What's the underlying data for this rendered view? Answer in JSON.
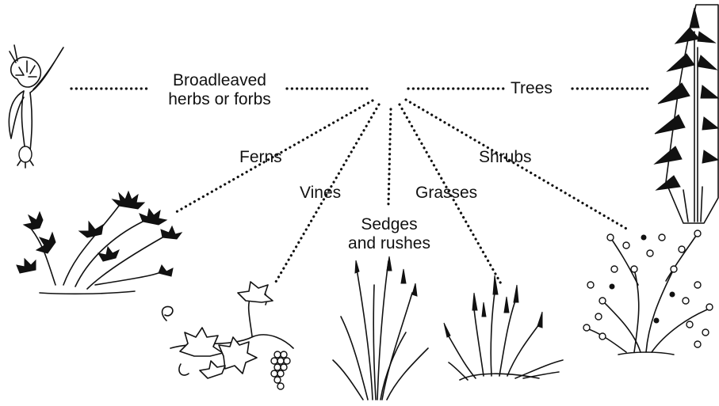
{
  "labels": {
    "broadleaved_line1": "Broadleaved",
    "broadleaved_line2": "herbs or forbs",
    "trees": "Trees",
    "ferns": "Ferns",
    "shrubs": "Shrubs",
    "vines": "Vines",
    "grasses": "Grasses",
    "sedges_line1": "Sedges",
    "sedges_line2": "and rushes"
  },
  "icons": [
    "forb-icon",
    "tree-icon",
    "fern-icon",
    "vine-icon",
    "sedge-icon",
    "grass-icon",
    "shrub-icon"
  ]
}
